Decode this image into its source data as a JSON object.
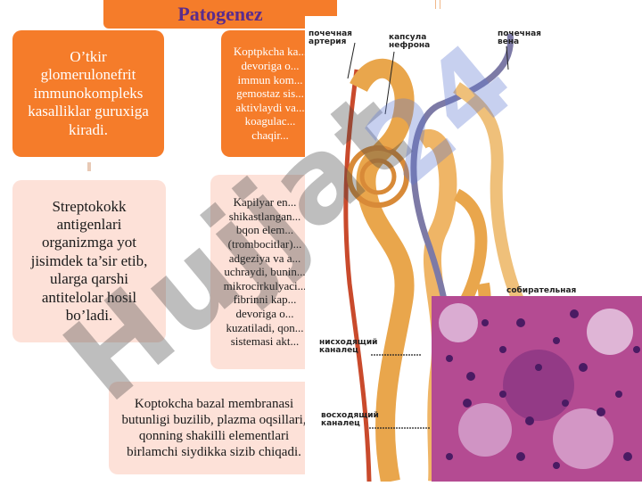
{
  "title": "Patogenez",
  "boxes": {
    "b1": "O’tkir glomerulonefrit immunokompleks kasalliklar guruxiga kiradi.",
    "b2": "Koptpkcha ka... devoriga o... immun kom... gemostaz sis... aktivlaydi va... koagulac... chaqir...",
    "b3": "Streptokokk antigenlari organizmga yot jisimdek ta’sir etib, ularga qarshi antitelolar hosil bo’ladi.",
    "b4": "Kapilyar en... shikastlangan... bqon elem... (trombocitlar)... adgeziya va a... uchraydi, bunin... mikrocirkulyaci... fibrinni kap... devoriga o... kuzatiladi, qon... sistemasi akt...",
    "b5": "Koptokcha bazal membranasi butunligi buzilib, plazma oqsillari, qonning shakilli elementlari birlamchi siydikka sizib chiqadi."
  },
  "diagram_labels": {
    "artery": "почечная\nартерия",
    "capsule": "капсула\nнефрона",
    "vein": "почечная\nвена",
    "collecting": "собирательная",
    "descending": "нисходящий\nканалец",
    "ascending": "восходящий\nканалец"
  },
  "watermark": "Hujjat",
  "watermark2": "24",
  "colors": {
    "orange": "#f57c2a",
    "pink": "#fde1d8",
    "title": "#5b2c8c",
    "tubule": "#e9a64c",
    "vein": "#7d7aa6",
    "artery": "#c94a2c"
  }
}
